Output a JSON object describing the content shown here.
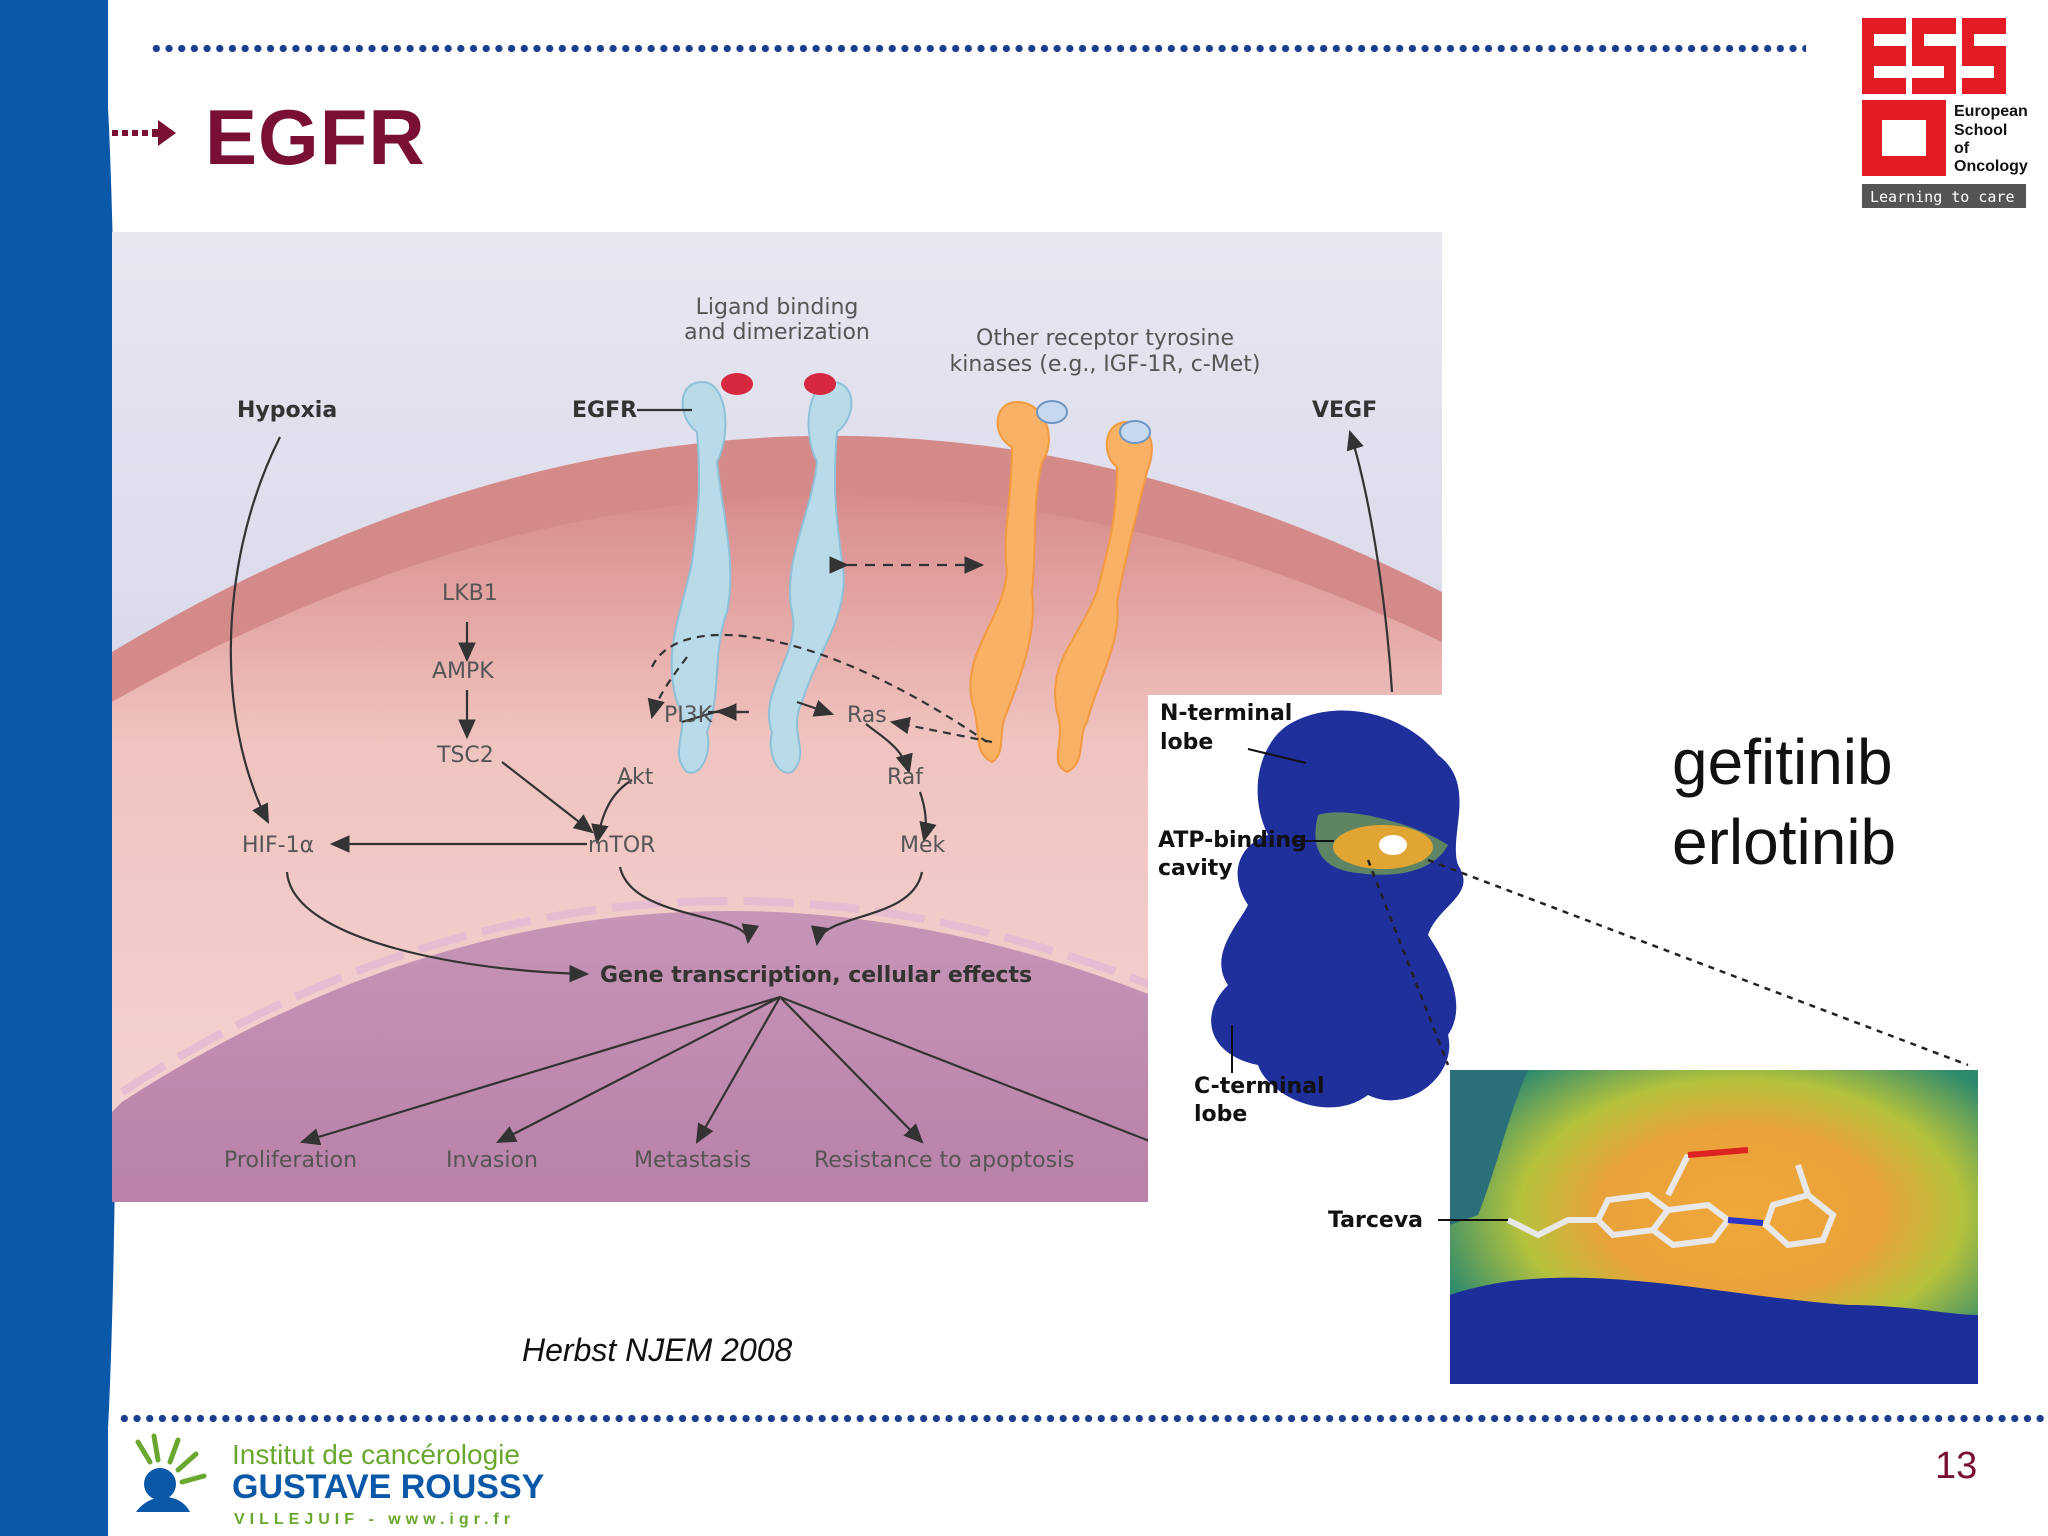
{
  "slide": {
    "title": "EGFR",
    "page_number": "13",
    "citation": "Herbst NJEM 2008",
    "drugs": [
      "gefitinib",
      "erlotinib"
    ]
  },
  "eso_logo": {
    "lines": [
      "European",
      "School",
      "of",
      "Oncology"
    ],
    "tagline": "Learning to care",
    "color": "#e21b24"
  },
  "igr_logo": {
    "line1": "Institut de cancérologie",
    "line2": "GUSTAVE ROUSSY",
    "line3": "VILLEJUIF - www.igr.fr",
    "green": "#6aa72f",
    "blue": "#0b58a8"
  },
  "diagram": {
    "ligand_label_1": "Ligand binding",
    "ligand_label_2": "and dimerization",
    "other_rtk_1": "Other receptor tyrosine",
    "other_rtk_2": "kinases (e.g., IGF-1R, c-Met)",
    "hypoxia": "Hypoxia",
    "egfr": "EGFR",
    "vegf": "VEGF",
    "lkb1": "LKB1",
    "ampk": "AMPK",
    "tsc2": "TSC2",
    "pi3k": "PI3K",
    "ras": "Ras",
    "akt": "Akt",
    "raf": "Raf",
    "hif": "HIF-1α",
    "mtor": "mTOR",
    "mek": "Mek",
    "gene": "Gene transcription, cellular effects",
    "proliferation": "Proliferation",
    "invasion": "Invasion",
    "metastasis": "Metastasis",
    "resistance": "Resistance to apoptosis"
  },
  "protein_panel": {
    "n_terminal_1": "N-terminal",
    "n_terminal_2": "lobe",
    "atp_1": "ATP-binding",
    "atp_2": "cavity",
    "c_terminal_1": "C-terminal",
    "c_terminal_2": "lobe",
    "tarceva": "Tarceva"
  }
}
